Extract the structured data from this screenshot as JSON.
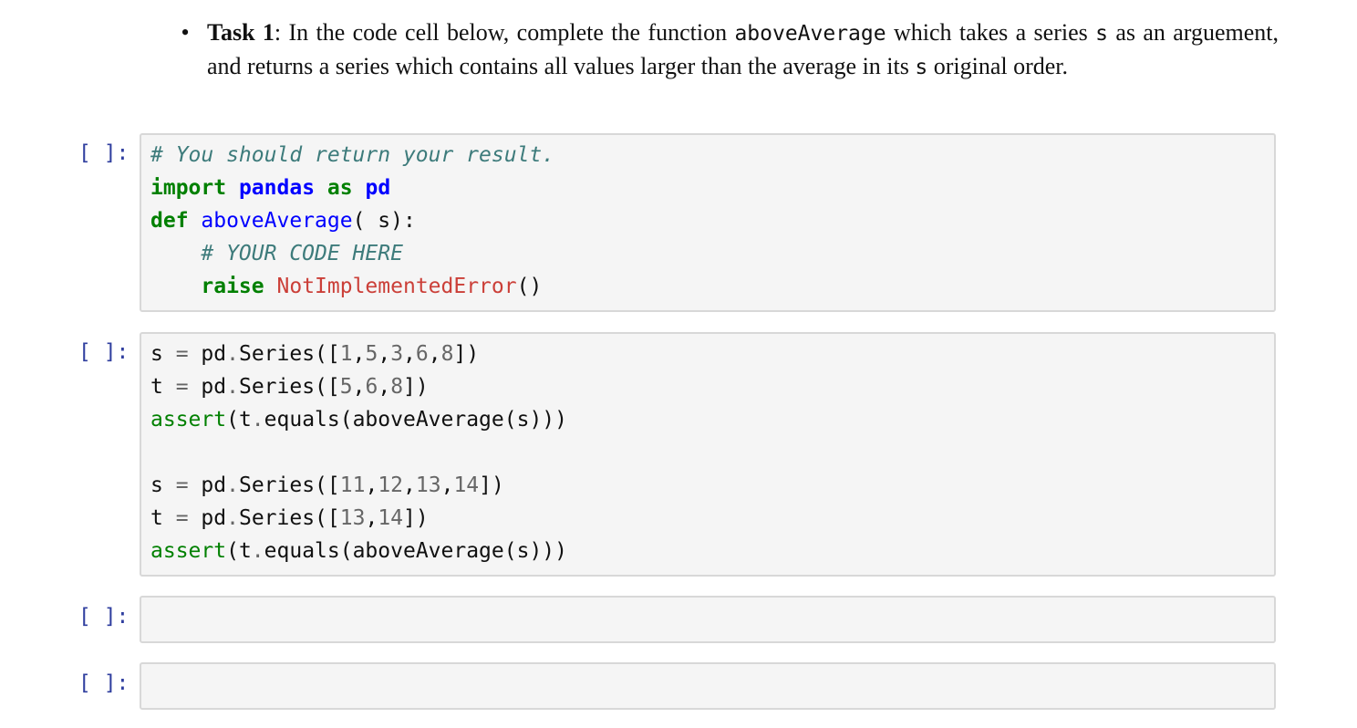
{
  "markdown": {
    "bullet": "•",
    "task_label": "Task 1",
    "text_1": ": In the code cell below, complete the function ",
    "code_fn": "aboveAverage",
    "text_2": " which takes a series ",
    "code_s1": "s",
    "text_3": " as an arguement, and returns a series which contains all values larger than the average in its ",
    "code_s2": "s",
    "text_4": " original order."
  },
  "cells": [
    {
      "prompt": "[ ]:",
      "lines": [
        [
          {
            "t": "comment",
            "v": "# You should return your result."
          }
        ],
        [
          {
            "t": "kw",
            "v": "import"
          },
          {
            "t": "plain",
            "v": " "
          },
          {
            "t": "name",
            "v": "pandas"
          },
          {
            "t": "plain",
            "v": " "
          },
          {
            "t": "kw",
            "v": "as"
          },
          {
            "t": "plain",
            "v": " "
          },
          {
            "t": "name",
            "v": "pd"
          }
        ],
        [
          {
            "t": "kw",
            "v": "def"
          },
          {
            "t": "plain",
            "v": " "
          },
          {
            "t": "fn",
            "v": "aboveAverage"
          },
          {
            "t": "plain",
            "v": "( s):"
          }
        ],
        [
          {
            "t": "plain",
            "v": "    "
          },
          {
            "t": "comment",
            "v": "# YOUR CODE HERE"
          }
        ],
        [
          {
            "t": "plain",
            "v": "    "
          },
          {
            "t": "kw",
            "v": "raise"
          },
          {
            "t": "plain",
            "v": " "
          },
          {
            "t": "exc",
            "v": "NotImplementedError"
          },
          {
            "t": "plain",
            "v": "()"
          }
        ]
      ]
    },
    {
      "prompt": "[ ]:",
      "lines": [
        [
          {
            "t": "plain",
            "v": "s "
          },
          {
            "t": "op",
            "v": "="
          },
          {
            "t": "plain",
            "v": " pd"
          },
          {
            "t": "op",
            "v": "."
          },
          {
            "t": "plain",
            "v": "Series(["
          },
          {
            "t": "num",
            "v": "1"
          },
          {
            "t": "plain",
            "v": ","
          },
          {
            "t": "num",
            "v": "5"
          },
          {
            "t": "plain",
            "v": ","
          },
          {
            "t": "num",
            "v": "3"
          },
          {
            "t": "plain",
            "v": ","
          },
          {
            "t": "num",
            "v": "6"
          },
          {
            "t": "plain",
            "v": ","
          },
          {
            "t": "num",
            "v": "8"
          },
          {
            "t": "plain",
            "v": "])"
          }
        ],
        [
          {
            "t": "plain",
            "v": "t "
          },
          {
            "t": "op",
            "v": "="
          },
          {
            "t": "plain",
            "v": " pd"
          },
          {
            "t": "op",
            "v": "."
          },
          {
            "t": "plain",
            "v": "Series(["
          },
          {
            "t": "num",
            "v": "5"
          },
          {
            "t": "plain",
            "v": ","
          },
          {
            "t": "num",
            "v": "6"
          },
          {
            "t": "plain",
            "v": ","
          },
          {
            "t": "num",
            "v": "8"
          },
          {
            "t": "plain",
            "v": "])"
          }
        ],
        [
          {
            "t": "builtin",
            "v": "assert"
          },
          {
            "t": "plain",
            "v": "(t"
          },
          {
            "t": "op",
            "v": "."
          },
          {
            "t": "plain",
            "v": "equals(aboveAverage(s)))"
          }
        ],
        [
          {
            "t": "plain",
            "v": ""
          }
        ],
        [
          {
            "t": "plain",
            "v": "s "
          },
          {
            "t": "op",
            "v": "="
          },
          {
            "t": "plain",
            "v": " pd"
          },
          {
            "t": "op",
            "v": "."
          },
          {
            "t": "plain",
            "v": "Series(["
          },
          {
            "t": "num",
            "v": "11"
          },
          {
            "t": "plain",
            "v": ","
          },
          {
            "t": "num",
            "v": "12"
          },
          {
            "t": "plain",
            "v": ","
          },
          {
            "t": "num",
            "v": "13"
          },
          {
            "t": "plain",
            "v": ","
          },
          {
            "t": "num",
            "v": "14"
          },
          {
            "t": "plain",
            "v": "])"
          }
        ],
        [
          {
            "t": "plain",
            "v": "t "
          },
          {
            "t": "op",
            "v": "="
          },
          {
            "t": "plain",
            "v": " pd"
          },
          {
            "t": "op",
            "v": "."
          },
          {
            "t": "plain",
            "v": "Series(["
          },
          {
            "t": "num",
            "v": "13"
          },
          {
            "t": "plain",
            "v": ","
          },
          {
            "t": "num",
            "v": "14"
          },
          {
            "t": "plain",
            "v": "])"
          }
        ],
        [
          {
            "t": "builtin",
            "v": "assert"
          },
          {
            "t": "plain",
            "v": "(t"
          },
          {
            "t": "op",
            "v": "."
          },
          {
            "t": "plain",
            "v": "equals(aboveAverage(s)))"
          }
        ]
      ]
    },
    {
      "prompt": "[ ]:",
      "lines": []
    },
    {
      "prompt": "[ ]:",
      "lines": []
    }
  ]
}
